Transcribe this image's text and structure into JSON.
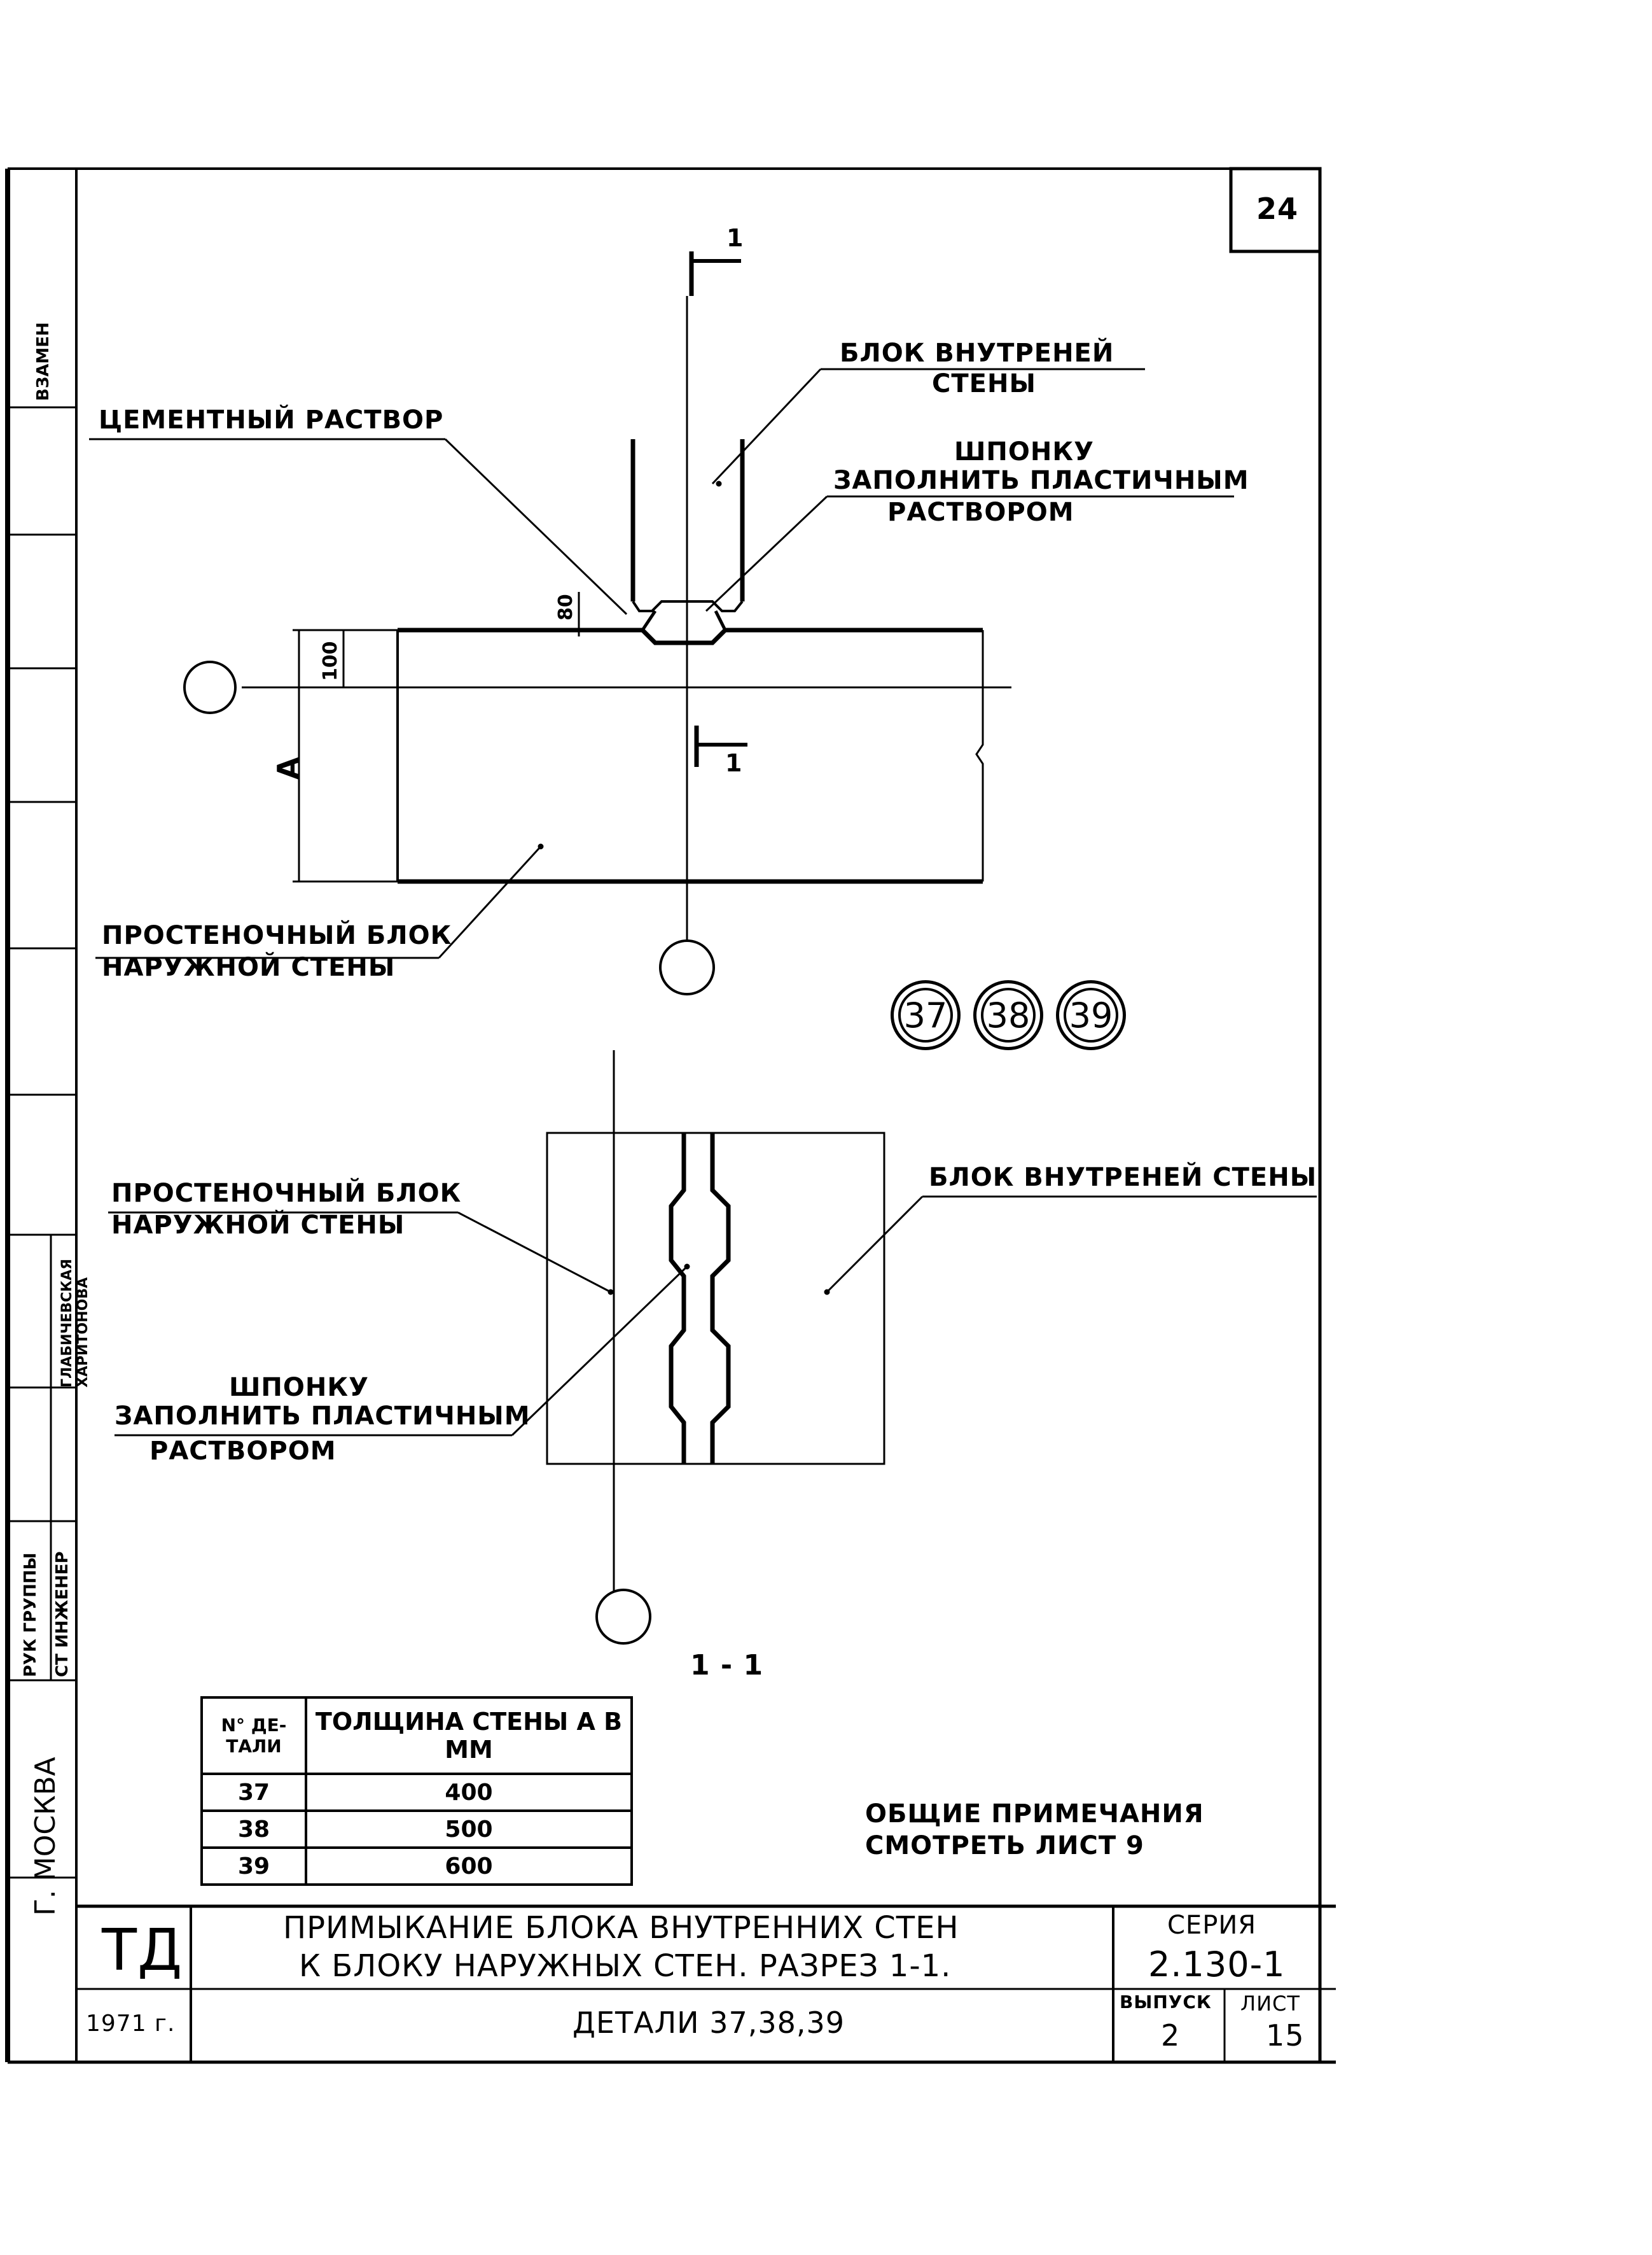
{
  "sheet_number": "24",
  "section_marker": "1",
  "section_marker_lower": "1",
  "detail_numbers": [
    "37",
    "38",
    "39"
  ],
  "plan_labels": {
    "inner_wall_block": [
      "БЛОК ВНУТРЕНЕЙ",
      "СТЕНЫ"
    ],
    "cement_mortar": "ЦЕМЕНТНЫЙ РАСТВОР",
    "key_fill": [
      "ШПОНКУ",
      "ЗАПОЛНИТЬ ПЛАСТИЧНЫМ",
      "РАСТВОРОМ"
    ],
    "outer_pier_block": [
      "ПРОСТЕНОЧНЫЙ БЛОК",
      "НАРУЖНОЙ СТЕНЫ"
    ],
    "dim_80": "80",
    "dim_100": "100",
    "dim_A": "A"
  },
  "section_labels": {
    "outer_pier_block": [
      "ПРОСТЕНОЧНЫЙ БЛОК",
      "НАРУЖНОЙ СТЕНЫ"
    ],
    "inner_wall_block": "БЛОК ВНУТРЕНЕЙ СТЕНЫ",
    "key_fill": [
      "ШПОНКУ",
      "ЗАПОЛНИТЬ ПЛАСТИЧНЫМ",
      "РАСТВОРОМ"
    ],
    "section_title": "1 - 1"
  },
  "thickness_table": {
    "headers": [
      "N° ДЕ-ТАЛИ",
      "ТОЛЩИНА СТЕНЫ А В ММ"
    ],
    "rows": [
      [
        "37",
        "400"
      ],
      [
        "38",
        "500"
      ],
      [
        "39",
        "600"
      ]
    ]
  },
  "notes": [
    "ОБЩИЕ ПРИМЕЧАНИЯ",
    "СМОТРЕТЬ ЛИСТ 9"
  ],
  "side_stamp": {
    "replaces": "ВЗАМЕН",
    "city": "Г. МОСКВА",
    "roles": [
      "РУК ГРУППЫ",
      "СТ ИНЖЕНЕР"
    ],
    "names": [
      "ГЛАБИЧЕВСКАЯ",
      "ХАРИТОНОВА"
    ]
  },
  "title_block": {
    "logo": "ТД",
    "title_line1": "ПРИМЫКАНИЕ БЛОКА ВНУТРЕННИХ СТЕН",
    "title_line2": "К БЛОКУ НАРУЖНЫХ СТЕН. РАЗРЕЗ 1-1.",
    "subtitle": "ДЕТАЛИ 37,38,39",
    "year": "1971 г.",
    "series_label": "СЕРИЯ",
    "series_value": "2.130-1",
    "issue_label": "ВЫПУСК",
    "issue_value": "2",
    "sheet_label": "ЛИСТ",
    "sheet_value": "15"
  }
}
